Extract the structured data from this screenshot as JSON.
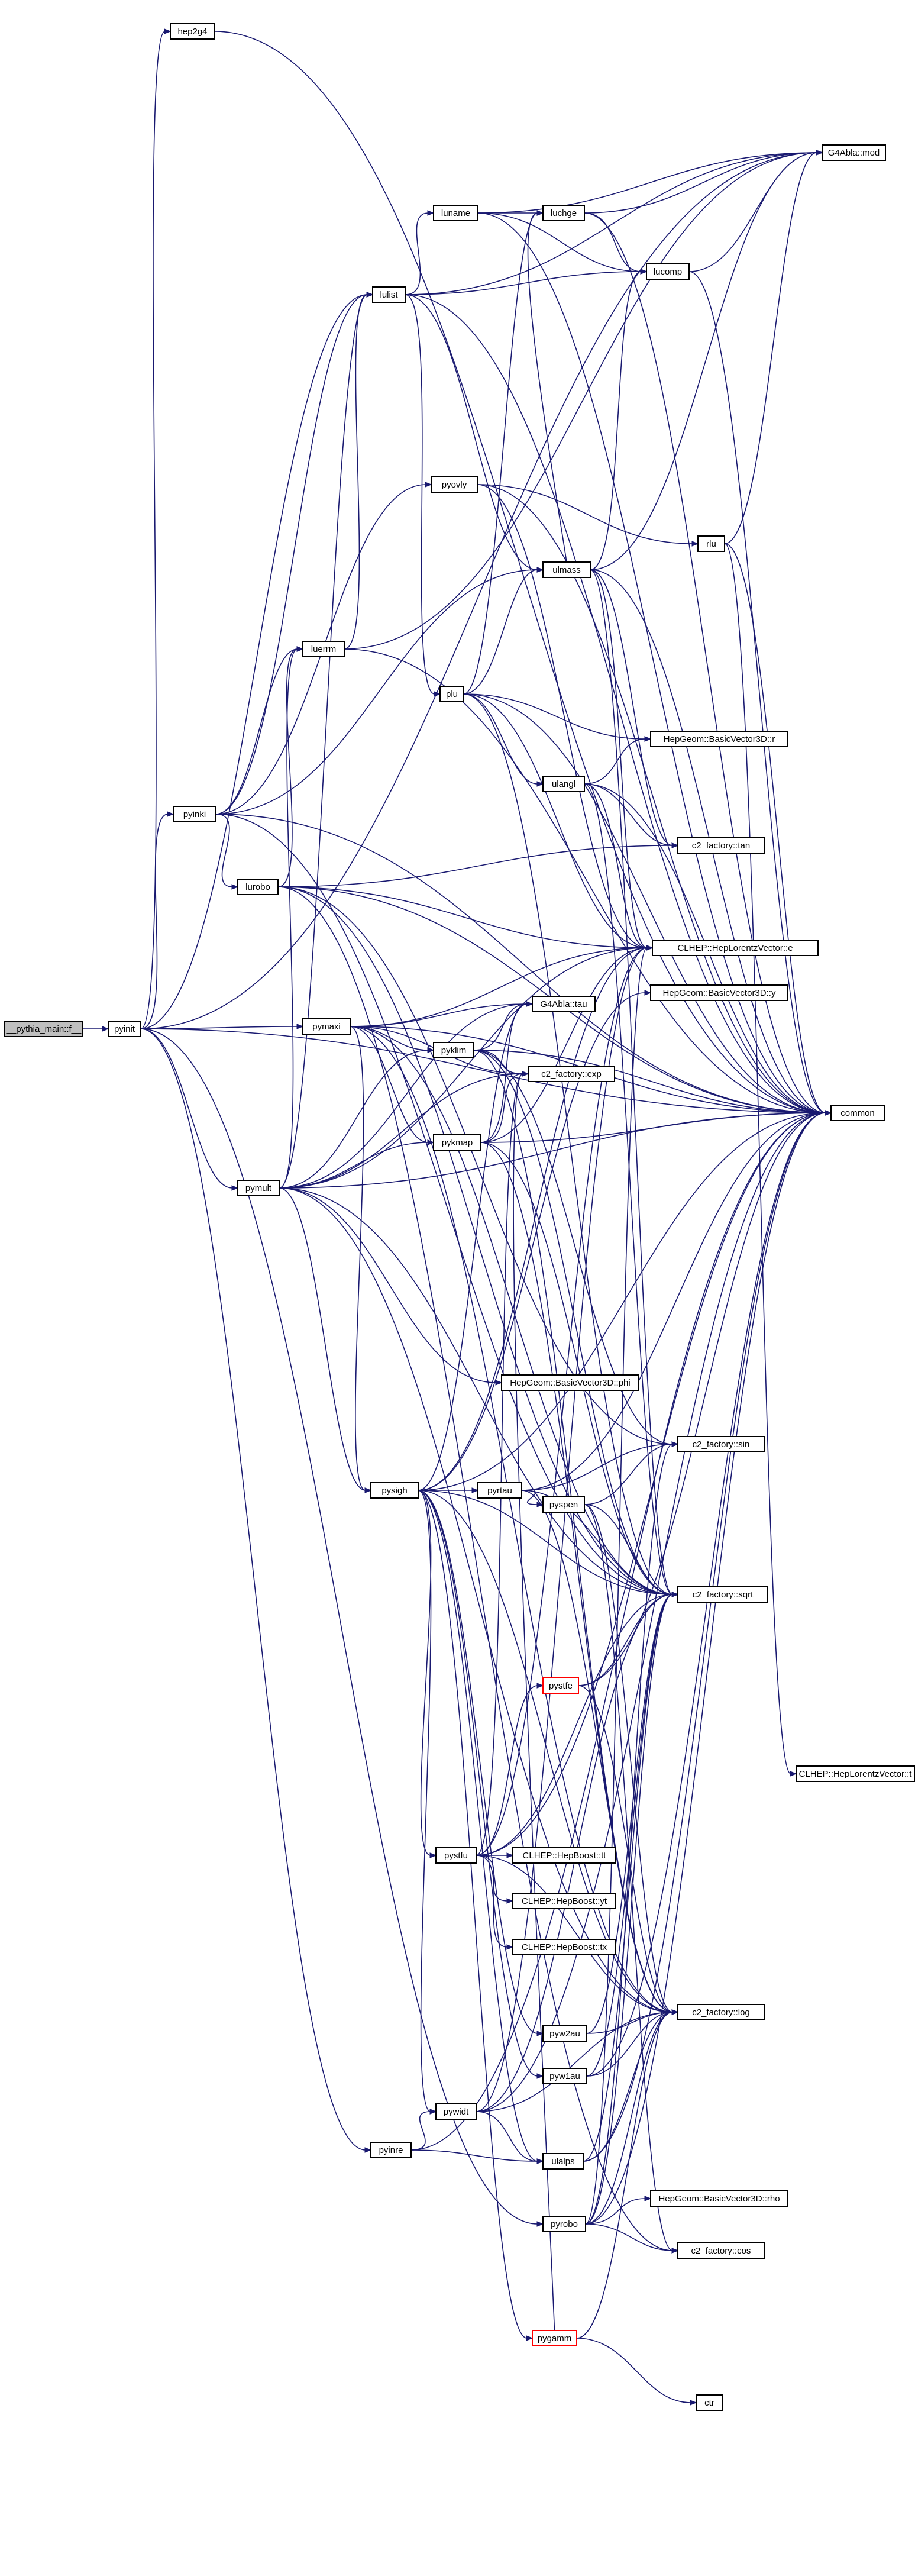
{
  "graph": {
    "edge_color": "#191970",
    "node_border": "#000000",
    "root_fill": "#bfbfbf",
    "truncated_border": "#ff0000",
    "nodes": {
      "main": "__pythia_main::f__",
      "pyinit": "pyinit",
      "hep2g4": "hep2g4",
      "G4Abla_mod": "G4Abla::mod",
      "luname": "luname",
      "luchge": "luchge",
      "lucomp": "lucomp",
      "lulist": "lulist",
      "pyovly": "pyovly",
      "rlu": "rlu",
      "ulmass": "ulmass",
      "luerrm": "luerrm",
      "plu": "plu",
      "BV3_r": "HepGeom::BasicVector3D::r",
      "pyinki": "pyinki",
      "ulangl": "ulangl",
      "tan": "c2_factory::tan",
      "lurobo": "lurobo",
      "LV_e": "CLHEP::HepLorentzVector::e",
      "BV3_y": "HepGeom::BasicVector3D::y",
      "G4Abla_tau": "G4Abla::tau",
      "pymaxi": "pymaxi",
      "pyklim": "pyklim",
      "exp": "c2_factory::exp",
      "common": "common",
      "pykmap": "pykmap",
      "pymult": "pymult",
      "BV3_phi": "HepGeom::BasicVector3D::phi",
      "sin": "c2_factory::sin",
      "pysigh": "pysigh",
      "pyrtau": "pyrtau",
      "pyspen": "pyspen",
      "sqrt": "c2_factory::sqrt",
      "pystfe": "pystfe",
      "LV_t": "CLHEP::HepLorentzVector::t",
      "pystfu": "pystfu",
      "HB_tt": "CLHEP::HepBoost::tt",
      "HB_yt": "CLHEP::HepBoost::yt",
      "HB_tx": "CLHEP::HepBoost::tx",
      "log": "c2_factory::log",
      "pyw2au": "pyw2au",
      "pyw1au": "pyw1au",
      "pywidt": "pywidt",
      "pyinre": "pyinre",
      "ulalps": "ulalps",
      "BV3_rho": "HepGeom::BasicVector3D::rho",
      "pyrobo": "pyrobo",
      "cos": "c2_factory::cos",
      "pygamm": "pygamm",
      "ctr": "ctr"
    }
  }
}
